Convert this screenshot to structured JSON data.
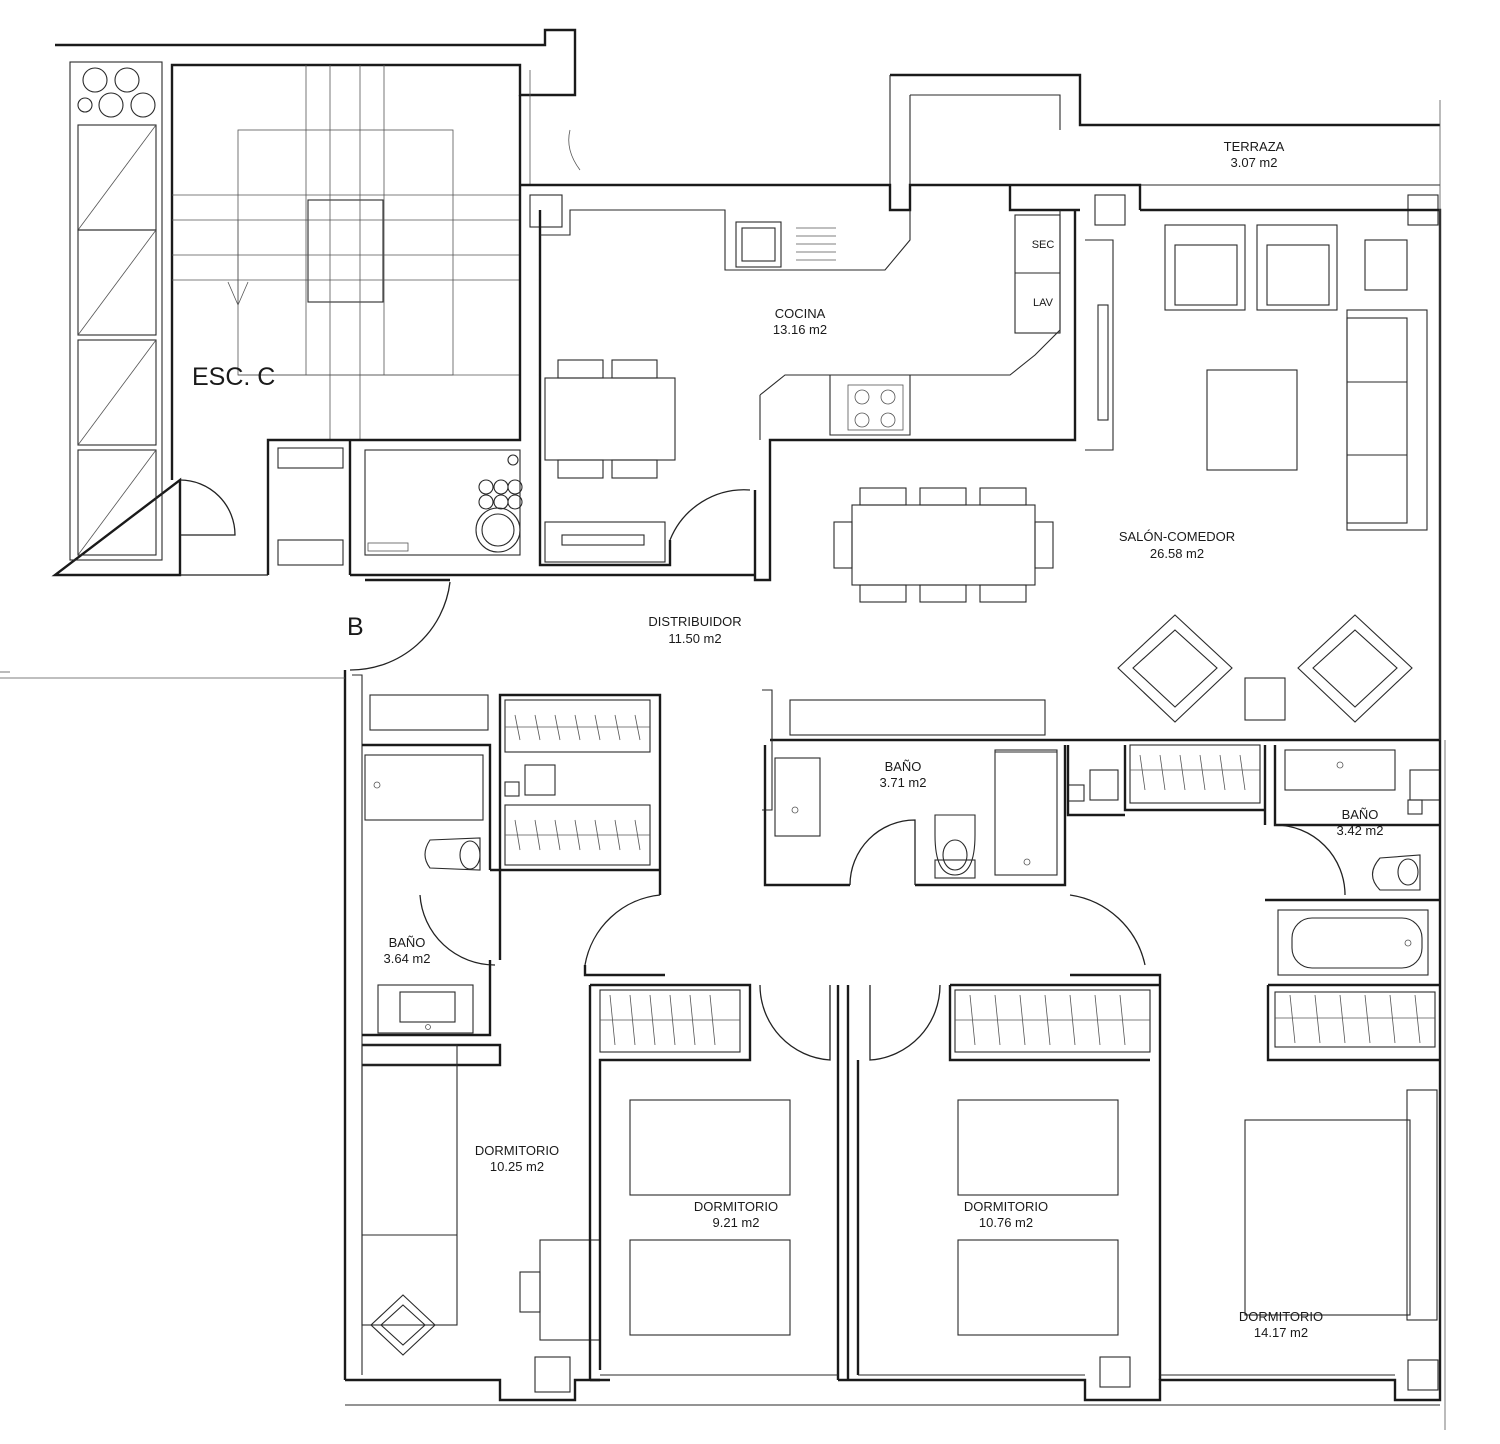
{
  "stair": {
    "name": "ESC. C"
  },
  "entrance": {
    "label": "B"
  },
  "rooms": {
    "terraza": {
      "name": "TERRAZA",
      "area": "3.07 m2"
    },
    "cocina": {
      "name": "COCINA",
      "area": "13.16 m2"
    },
    "salon": {
      "name": "SALÓN-COMEDOR",
      "area": "26.58 m2"
    },
    "distribuidor": {
      "name": "DISTRIBUIDOR",
      "area": "11.50 m2"
    },
    "bano1": {
      "name": "BAÑO",
      "area": "3.71 m2"
    },
    "bano2": {
      "name": "BAÑO",
      "area": "3.42 m2"
    },
    "bano3": {
      "name": "BAÑO",
      "area": "3.64 m2"
    },
    "dorm1": {
      "name": "DORMITORIO",
      "area": "10.25 m2"
    },
    "dorm2": {
      "name": "DORMITORIO",
      "area": "9.21 m2"
    },
    "dorm3": {
      "name": "DORMITORIO",
      "area": "10.76 m2"
    },
    "dorm4": {
      "name": "DORMITORIO",
      "area": "14.17 m2"
    }
  },
  "appliances": {
    "sec": "SEC",
    "lav": "LAV"
  }
}
